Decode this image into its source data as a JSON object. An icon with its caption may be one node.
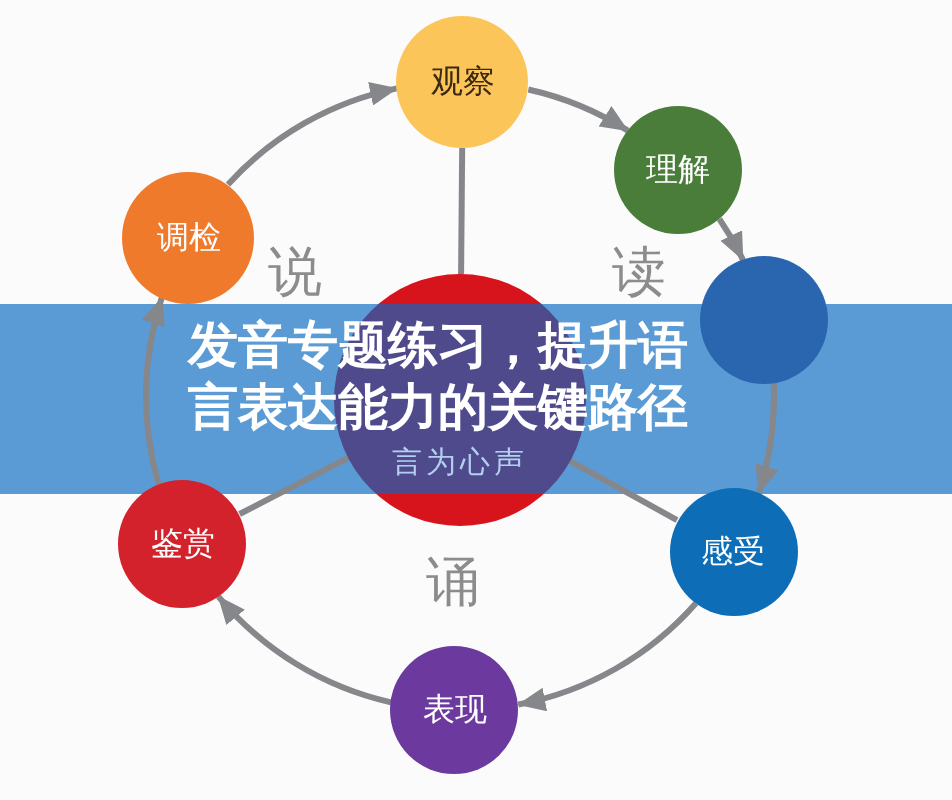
{
  "diagram": {
    "title": "发音专题练习，提升语言表达能力的关键路径",
    "nodes": [
      {
        "text": [
          "观察"
        ]
      },
      {
        "text": [
          "理解"
        ]
      },
      {
        "text": [],
        "shape": "circle"
      },
      {
        "text": [
          "感受"
        ]
      },
      {
        "text": [
          "表现"
        ]
      },
      {
        "text": [
          "鉴赏"
        ]
      },
      {
        "text": [
          "调检"
        ]
      },
      {
        "text": [
          "言为心声"
        ]
      }
    ],
    "edges": [
      {
        "from": 6,
        "to": 0,
        "arrow": "to"
      },
      {
        "from": 0,
        "to": 1,
        "arrow": "to"
      },
      {
        "from": 1,
        "to": 2,
        "arrow": "to"
      },
      {
        "from": 2,
        "to": 3,
        "arrow": "to"
      },
      {
        "from": 3,
        "to": 4,
        "arrow": "to"
      },
      {
        "from": 4,
        "to": 5,
        "arrow": "to"
      },
      {
        "from": 5,
        "to": 6,
        "arrow": "to"
      },
      {
        "from": 7,
        "to": 0,
        "arrow": "none"
      },
      {
        "from": 7,
        "to": 5,
        "arrow": "none"
      },
      {
        "from": 7,
        "to": 3,
        "arrow": "none"
      }
    ],
    "labels": [
      "说",
      "读",
      "诵"
    ]
  }
}
